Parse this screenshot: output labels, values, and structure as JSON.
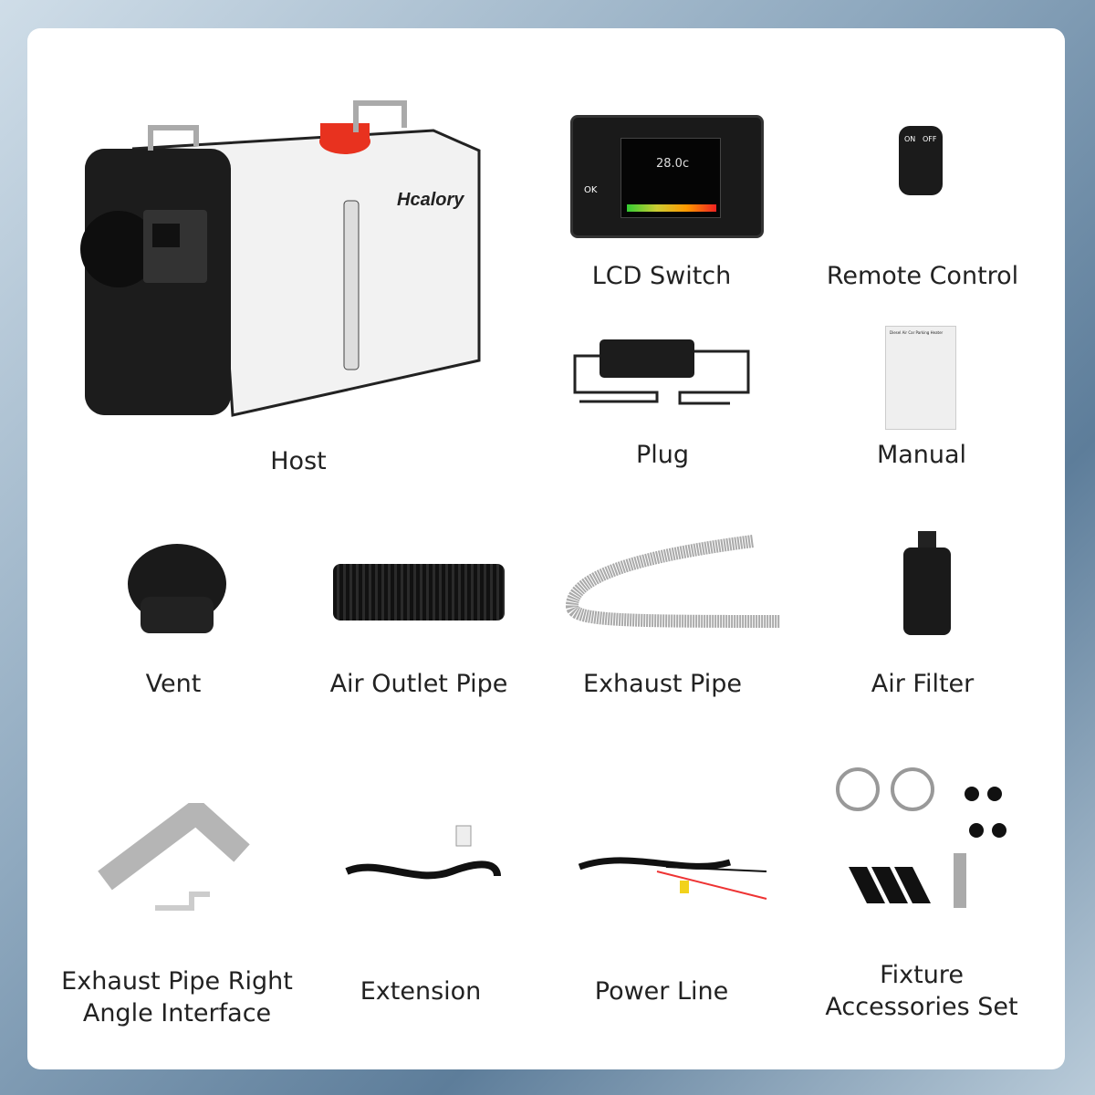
{
  "brand": "Hcalory",
  "items": [
    {
      "label": "Host"
    },
    {
      "label": "LCD Switch"
    },
    {
      "label": "Remote Control"
    },
    {
      "label": "Plug"
    },
    {
      "label": "Manual"
    },
    {
      "label": "Vent"
    },
    {
      "label": "Air Outlet Pipe"
    },
    {
      "label": "Exhaust Pipe"
    },
    {
      "label": "Air Filter"
    },
    {
      "label": "Exhaust Pipe Right\nAngle Interface",
      "line1": "Exhaust Pipe Right",
      "line2": "Angle Interface"
    },
    {
      "label": "Extension"
    },
    {
      "label": "Power Line"
    },
    {
      "label": "Fixture\nAccessories Set",
      "line1": "Fixture",
      "line2": "Accessories Set"
    }
  ],
  "lcd": {
    "temperature": "28.0c",
    "ok": "OK"
  },
  "remote": {
    "on": "ON",
    "off": "OFF"
  },
  "manual": {
    "title": "Diesel Air Car Parking Heater"
  },
  "colors": {
    "cap": "#e8321f",
    "body": "#f2f2f2",
    "dark": "#1a1a1a"
  }
}
